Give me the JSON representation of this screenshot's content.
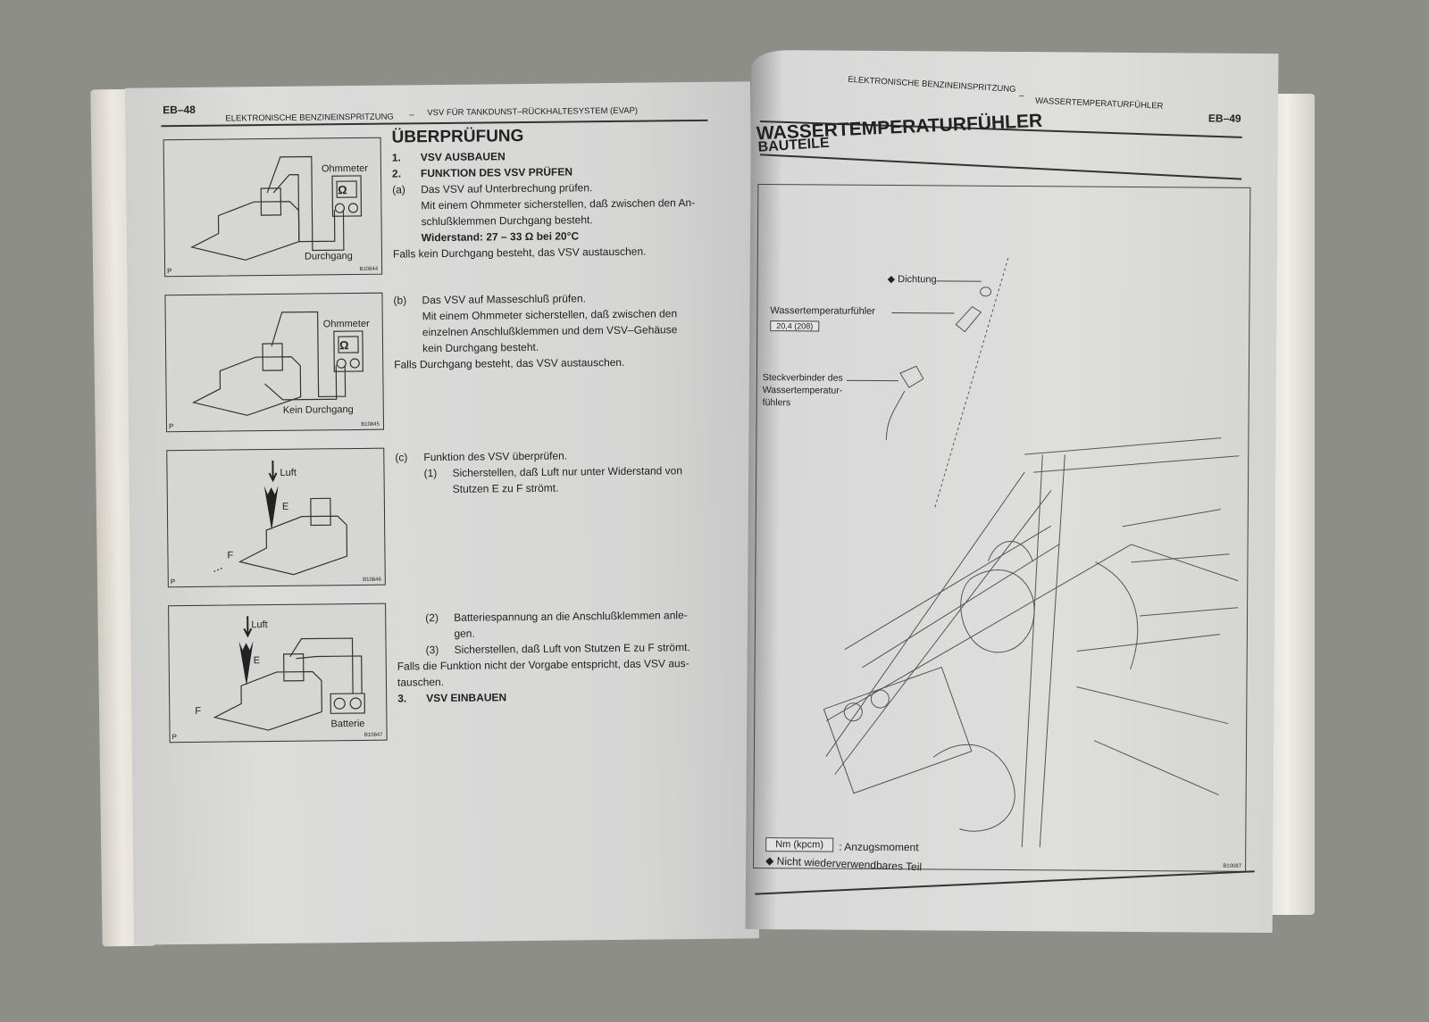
{
  "left_page": {
    "page_number": "EB–48",
    "header_section": "ELEKTRONISCHE BENZINEINSPRITZUNG",
    "header_separator": "–",
    "header_topic": "VSV FÜR TANKDUNST–RÜCKHALTESYSTEM (EVAP)",
    "title": "ÜBERPRÜFUNG",
    "steps": [
      {
        "num": "1.",
        "label": "VSV AUSBAUEN"
      },
      {
        "num": "2.",
        "label": "FUNKTION DES VSV PRÜFEN"
      },
      {
        "num": "3.",
        "label": "VSV EINBAUEN"
      }
    ],
    "sub_a": {
      "marker": "(a)",
      "title": "Das VSV auf Unterbrechung prüfen.",
      "line1": "Mit einem Ohmmeter sicherstellen, daß zwischen den An-",
      "line2": "schlußklemmen Durchgang besteht.",
      "spec": "Widerstand: 27 – 33 Ω bei 20°C",
      "action": "Falls kein Durchgang besteht, das VSV austauschen."
    },
    "sub_b": {
      "marker": "(b)",
      "title": "Das VSV auf Masseschluß prüfen.",
      "line1": "Mit einem Ohmmeter sicherstellen, daß zwischen den",
      "line2": "einzelnen Anschlußklemmen und dem VSV–Gehäuse",
      "line3": "kein Durchgang besteht.",
      "action": "Falls Durchgang besteht, das VSV austauschen."
    },
    "sub_c": {
      "marker": "(c)",
      "title": "Funktion des VSV überprüfen.",
      "s1_num": "(1)",
      "s1_line1": "Sicherstellen, daß Luft nur unter Widerstand von",
      "s1_line2": "Stutzen E zu F strömt.",
      "s2_num": "(2)",
      "s2_line1": "Batteriespannung an die Anschlußklemmen anle-",
      "s2_line2": "gen.",
      "s3_num": "(3)",
      "s3_line1": "Sicherstellen, daß Luft von Stutzen E zu F strömt.",
      "action1": "Falls die Funktion nicht der Vorgabe entspricht, das VSV aus-",
      "action2": "tauschen."
    },
    "figures": [
      {
        "labels": [
          "Ohmmeter",
          "Durchgang"
        ],
        "code": "B10844",
        "mark": "P"
      },
      {
        "labels": [
          "Ohmmeter",
          "Kein Durchgang"
        ],
        "code": "B10845",
        "mark": "P"
      },
      {
        "labels": [
          "Luft",
          "E",
          "F"
        ],
        "code": "B10846",
        "mark": "P"
      },
      {
        "labels": [
          "Luft",
          "E",
          "F",
          "Batterie"
        ],
        "code": "B10847",
        "mark": "P"
      }
    ],
    "ohm_symbol": "Ω"
  },
  "right_page": {
    "page_number": "EB–49",
    "header_section": "ELEKTRONISCHE BENZINEINSPRITZUNG",
    "header_separator": "–",
    "header_topic": "WASSERTEMPERATURFÜHLER",
    "title": "WASSERTEMPERATURFÜHLER",
    "subtitle": "BAUTEILE",
    "callouts": {
      "gasket": "◆ Dichtung",
      "sensor": "Wassertemperaturfühler",
      "torque": "20,4 (208)",
      "connector1": "Steckverbinder des",
      "connector2": "Wassertemperatur-",
      "connector3": "fühlers"
    },
    "figure_code": "B10087",
    "legend": {
      "torque_box": "Nm (kpcm)",
      "torque_label": ": Anzugsmoment",
      "non_reusable": "◆ Nicht wiederverwendbares Teil"
    }
  }
}
